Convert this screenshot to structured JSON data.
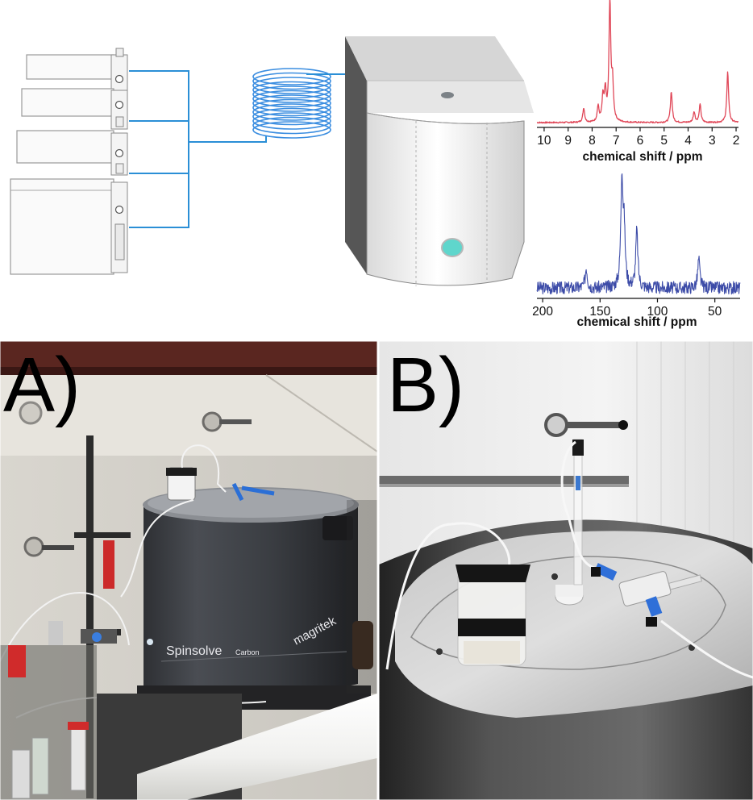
{
  "schematic": {
    "pump_count": 4,
    "tubing_color": "#2b8fd6",
    "coil_color": "#3a8de0",
    "sample_indicator_color": "#5fd6cc"
  },
  "spectra": {
    "proton": {
      "xlabel": "chemical shift / ppm",
      "color": "#e04758",
      "ticks": [
        "10",
        "9",
        "8",
        "7",
        "6",
        "5",
        "4",
        "3",
        "2"
      ]
    },
    "carbon": {
      "xlabel": "chemical shift / ppm",
      "color": "#3d4ca8",
      "ticks": [
        "200",
        "150",
        "100",
        "50"
      ]
    }
  },
  "chart_data": [
    {
      "type": "line",
      "xlabel": "chemical shift / ppm",
      "xlim": [
        10.3,
        1.9
      ],
      "x_reversed": true,
      "peaks_ppm": [
        {
          "x": 8.35,
          "y": 0.12
        },
        {
          "x": 7.75,
          "y": 0.13
        },
        {
          "x": 7.55,
          "y": 0.2
        },
        {
          "x": 7.45,
          "y": 0.24
        },
        {
          "x": 7.26,
          "y": 1.0
        },
        {
          "x": 7.15,
          "y": 0.3
        },
        {
          "x": 4.7,
          "y": 0.26
        },
        {
          "x": 3.75,
          "y": 0.09
        },
        {
          "x": 3.5,
          "y": 0.15
        },
        {
          "x": 2.35,
          "y": 0.42
        }
      ]
    },
    {
      "type": "line",
      "xlabel": "chemical shift / ppm",
      "xlim": [
        205,
        28
      ],
      "x_reversed": true,
      "peaks_ppm": [
        {
          "x": 162,
          "y": 0.18
        },
        {
          "x": 131,
          "y": 0.95
        },
        {
          "x": 129,
          "y": 0.45
        },
        {
          "x": 118,
          "y": 0.5
        },
        {
          "x": 64,
          "y": 0.25
        }
      ]
    }
  ],
  "photos": {
    "panel_a": {
      "label": "A)",
      "brand_name": "Spinsolve",
      "brand_suffix": "Carbon",
      "vendor": "magritek"
    },
    "panel_b": {
      "label": "B)"
    }
  }
}
